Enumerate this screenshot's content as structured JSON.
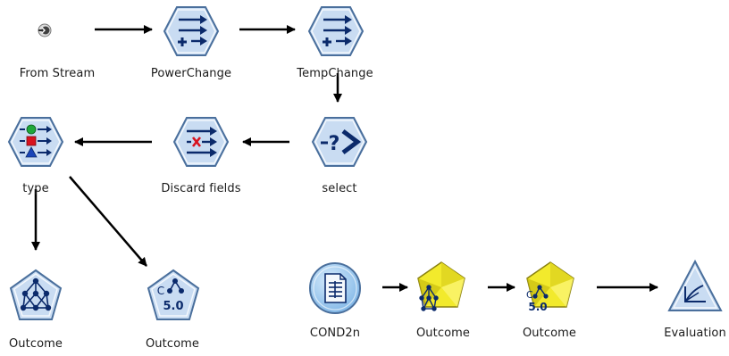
{
  "nodes": {
    "from_stream": {
      "label": "From Stream",
      "icon": "stream-source-icon"
    },
    "power_change": {
      "label": "PowerChange",
      "icon": "derive-icon"
    },
    "temp_change": {
      "label": "TempChange",
      "icon": "derive-icon"
    },
    "select": {
      "label": "select",
      "icon": "select-icon"
    },
    "discard_fields": {
      "label": "Discard fields",
      "icon": "filter-icon"
    },
    "type": {
      "label": "type",
      "icon": "type-icon"
    },
    "outcome_bayes": {
      "label": "Outcome",
      "icon": "bayes-net-model-icon"
    },
    "outcome_c50": {
      "label": "Outcome",
      "icon": "c50-model-icon"
    },
    "cond2n": {
      "label": "COND2n",
      "icon": "file-source-icon"
    },
    "outcome_bayes_nugget": {
      "label": "Outcome",
      "icon": "bayes-net-nugget-icon"
    },
    "outcome_c50_nugget": {
      "label": "Outcome",
      "icon": "c50-nugget-icon"
    },
    "evaluation": {
      "label": "Evaluation",
      "icon": "evaluation-graph-icon"
    }
  },
  "colors": {
    "hex_fill": "#c9dcf2",
    "hex_stroke": "#4a6f9c",
    "glyph": "#0b2a6b",
    "nugget_yellow": "#f2ea2c",
    "nugget_dark": "#c9bd10",
    "source_fill": "#9cc6ee",
    "arrow": "#000000",
    "green": "#1fa83a",
    "red": "#d8121e",
    "blue": "#1a45b8"
  }
}
